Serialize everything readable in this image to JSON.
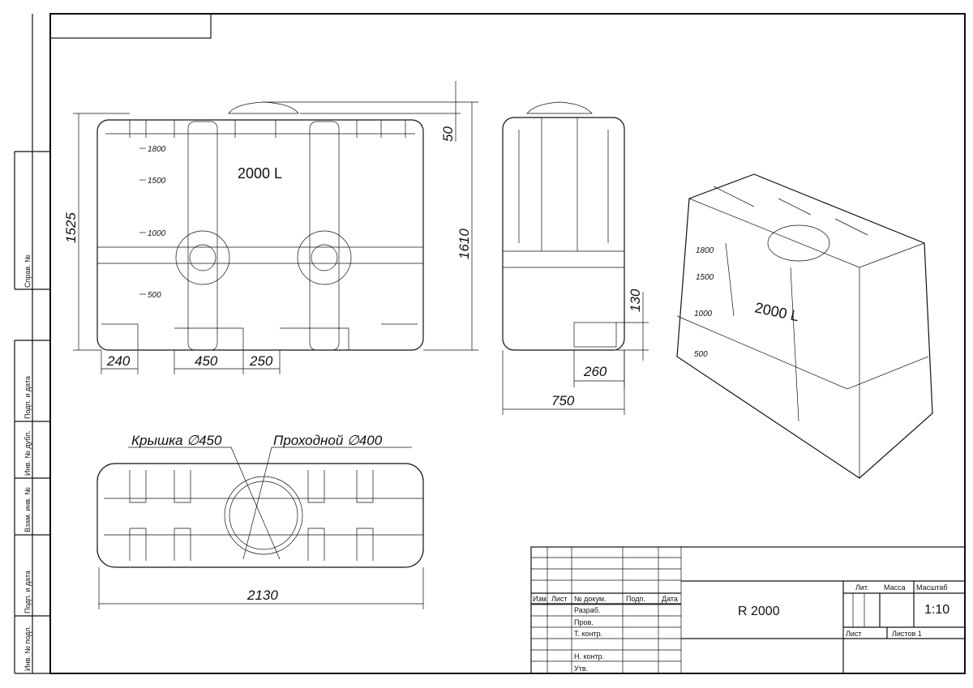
{
  "side_strip": {
    "sprav_no": "Справ. №",
    "podp_data_1": "Подп. и дата",
    "inv_dubl": "Инв. № дубл.",
    "vzam_inv": "Взам. инв. №",
    "podp_data_2": "Подп. и дата",
    "inv_podl": "Инв. № подл."
  },
  "front_view": {
    "volume_label": "2000 L",
    "scale_marks": [
      "1800",
      "1500",
      "1000",
      "500"
    ],
    "dims": {
      "height": "1525",
      "total_height": "1610",
      "lid": "50",
      "d1": "240",
      "d2": "450",
      "d3": "250"
    }
  },
  "side_view": {
    "dims": {
      "inlet_height": "130",
      "inlet_width": "260",
      "width": "750"
    }
  },
  "top_view": {
    "lid_label": "Крышка ∅450",
    "pass_label": "Проходной ∅400",
    "length": "2130"
  },
  "iso_view": {
    "volume_label": "2000 L",
    "scale_marks": [
      "1800",
      "1500",
      "1000",
      "500"
    ]
  },
  "title_block": {
    "headers": [
      "Изм.",
      "Лист",
      "№ докум.",
      "Подп.",
      "Дата"
    ],
    "roles": [
      "Разраб.",
      "Пров.",
      "Т. контр.",
      "",
      "Н. контр.",
      "Утв."
    ],
    "designation": "R 2000",
    "lit": "Лит.",
    "mass": "Масса",
    "scale_label": "Масштаб",
    "scale": "1:10",
    "sheet": "Лист",
    "sheets": "Листов 1"
  }
}
